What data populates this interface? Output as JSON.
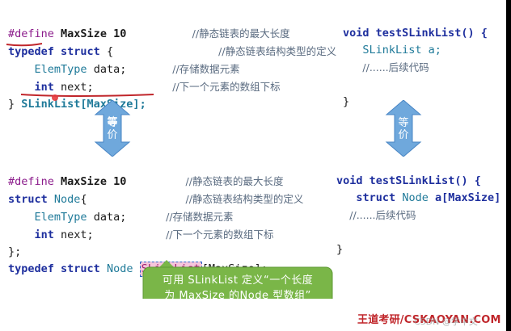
{
  "code_top_left": {
    "line1": {
      "define": "#define",
      "name": "MaxSize",
      "value": "10",
      "comment": "//静态链表的最大长度"
    },
    "line2": {
      "kw1": "typedef",
      "kw2": "struct",
      "brace": "{",
      "comment": "//静态链表结构类型的定义"
    },
    "line3": {
      "type": "ElemType",
      "field": "data;",
      "comment": "//存储数据元素"
    },
    "line4": {
      "type": "int",
      "field": "next;",
      "comment": "//下一个元素的数组下标"
    },
    "line5": {
      "close": "} ",
      "name": "SLinkList[MaxSize];"
    }
  },
  "code_top_right": {
    "line1": {
      "kw": "void",
      "fn": "testSLinkList() {"
    },
    "line2": {
      "text": "SLinkList a;"
    },
    "line3": {
      "text": "//......后续代码"
    },
    "line4": {
      "text": "}"
    }
  },
  "code_bottom_left": {
    "line1": {
      "define": "#define",
      "name": "MaxSize",
      "value": "10",
      "comment": "//静态链表的最大长度"
    },
    "line2": {
      "kw": "struct",
      "type": "Node",
      "brace": "{",
      "comment": "//静态链表结构类型的定义"
    },
    "line3": {
      "type": "ElemType",
      "field": "data;",
      "comment": "//存储数据元素"
    },
    "line4": {
      "type": "int",
      "field": "next;",
      "comment": "//下一个元素的数组下标"
    },
    "line5": {
      "text": "};"
    },
    "line6": {
      "kw1": "typedef",
      "kw2": "struct",
      "type": "Node",
      "highlight": "SLinkList",
      "rest": "[MaxSize];"
    }
  },
  "code_bottom_right": {
    "line1": {
      "kw": "void",
      "fn": "testSLinkList() {"
    },
    "line2": {
      "kw": "struct",
      "type": "Node",
      "var": "a[MaxSize]"
    },
    "line3": {
      "text": "//......后续代码"
    },
    "line4": {
      "text": "}"
    }
  },
  "equivalence_label": "等价",
  "callout": {
    "line1": "可用 SLinkList 定义“一个长度",
    "line2": "为 MaxSize 的Node 型数组”"
  },
  "footer": "王道考研/CSKAOYAN.COM",
  "watermark": "CSDN @学中文",
  "colors": {
    "keyword": "#1e2f9e",
    "type": "#1f7a99",
    "comment": "#5a6b80",
    "annotation_red": "#c0262b",
    "callout_green": "#7ab648",
    "arrow_blue": "#6fa8dc"
  }
}
